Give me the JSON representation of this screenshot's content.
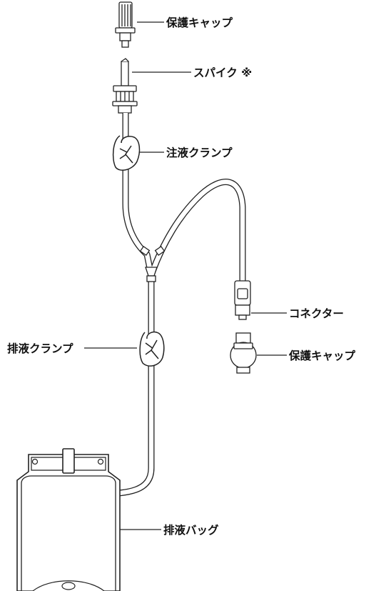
{
  "labels": {
    "protective_cap_top": "保護キャップ",
    "spike": "スパイク ※",
    "infusion_clamp": "注液クランプ",
    "connector": "コネクター",
    "protective_cap_right": "保護キャップ",
    "drain_clamp": "排液クランプ",
    "drain_bag": "排液バッグ"
  },
  "colors": {
    "line": "#222222",
    "background": "#ffffff"
  }
}
